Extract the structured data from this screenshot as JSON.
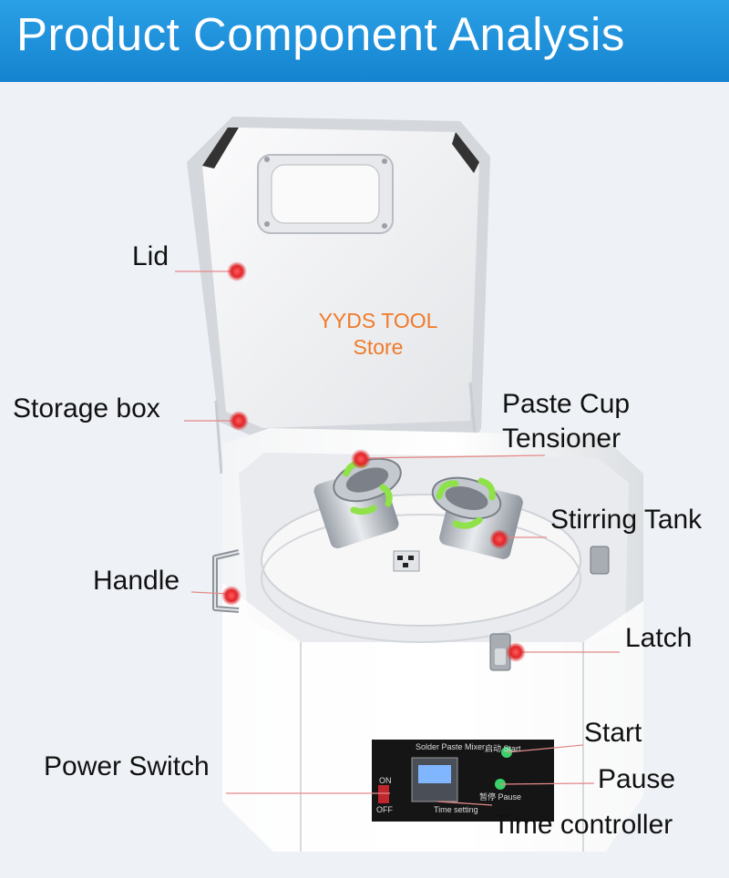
{
  "title": "Product Component Analysis",
  "watermark": {
    "line1": "YYDS TOOL",
    "line2": "Store"
  },
  "labels": {
    "lid": "Lid",
    "storage_box": "Storage box",
    "paste_cup_tensioner_1": "Paste Cup",
    "paste_cup_tensioner_2": "Tensioner",
    "stirring_tank": "Stirring Tank",
    "handle": "Handle",
    "latch": "Latch",
    "start": "Start",
    "pause": "Pause",
    "power_switch": "Power Switch",
    "time_controller": "Time controller"
  },
  "panel": {
    "brand": "Solder Paste Mixer",
    "start": "启动 Start",
    "pause": "暂停 Pause",
    "timer": "Time setting",
    "on": "ON",
    "off": "OFF"
  },
  "colors": {
    "banner": "#1a8fdc",
    "marker": "#e0262a",
    "store_text": "#f07a2a"
  }
}
